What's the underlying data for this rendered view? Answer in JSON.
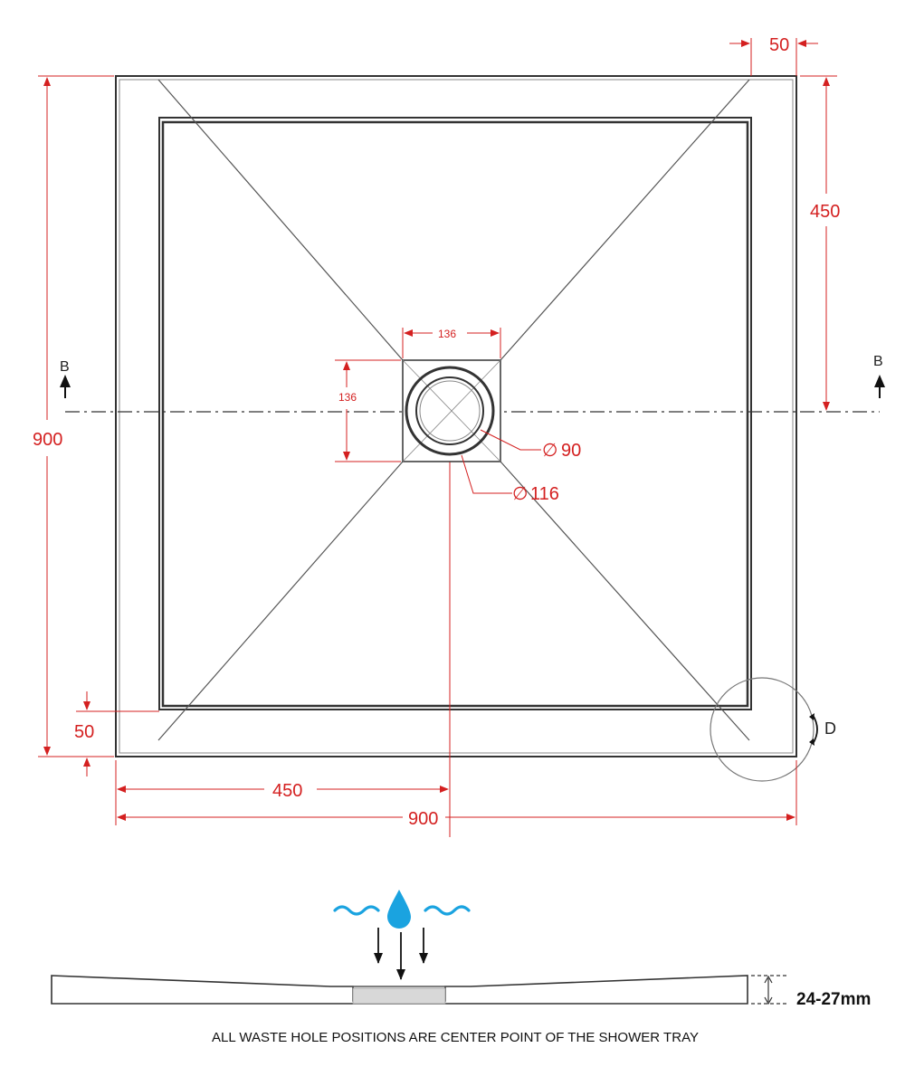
{
  "plan": {
    "dim_top_right": "50",
    "dim_right_vertical": "450",
    "dim_left_vertical": "900",
    "dim_bottom_left_small": "50",
    "dim_bottom_half": "450",
    "dim_bottom_full": "900",
    "waste_width": "136",
    "waste_height": "136",
    "inner_diameter": "90",
    "outer_diameter": "116",
    "diameter_symbol": "∅",
    "section_left": "B",
    "section_right": "B",
    "detail_label": "D"
  },
  "section": {
    "thickness": "24-27mm",
    "note": "ALL WASTE HOLE POSITIONS ARE CENTER POINT OF THE SHOWER TRAY"
  },
  "colors": {
    "dimension": "#d42020",
    "outline": "#333333",
    "water": "#1aa3e0"
  },
  "icons": [
    "water-drop-icon",
    "wave-icon",
    "down-arrow-icon"
  ]
}
